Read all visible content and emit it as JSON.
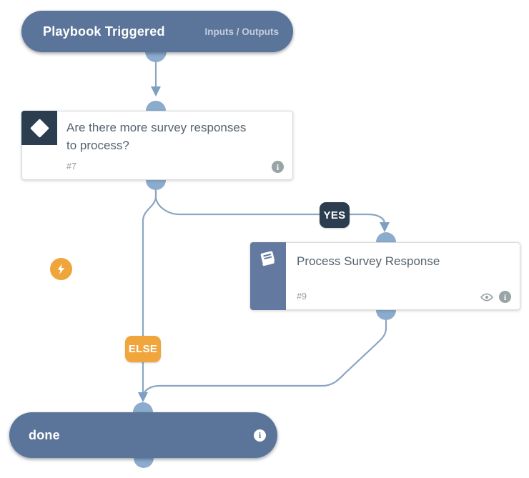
{
  "trigger_node": {
    "title": "Playbook Triggered",
    "link_label": "Inputs / Outputs"
  },
  "decision_node": {
    "title": "Are there more survey responses to process?",
    "step_id": "#7",
    "info_glyph": "i"
  },
  "branch_labels": {
    "yes": "YES",
    "else": "ELSE"
  },
  "playbook_node": {
    "title": "Process Survey Response",
    "step_id": "#9",
    "info_glyph": "i"
  },
  "end_node": {
    "title": "done",
    "info_glyph": "i"
  },
  "icons": {
    "decision": "diamond-icon",
    "filter": "lightning-icon",
    "playbook": "book-icon",
    "visibility": "eye-icon",
    "details": "info-icon"
  },
  "palette": {
    "node_pill": "#5b7499",
    "playbook_panel": "#64799f",
    "dark_navy": "#2b3d4f",
    "orange": "#f0a53c",
    "wire": "#8aa6c2",
    "port": "#8caccd",
    "arrow": "#7d9fc2",
    "card_text": "#57626d",
    "muted_text": "#9b9b9b",
    "icon_gray": "#99a4a6"
  }
}
